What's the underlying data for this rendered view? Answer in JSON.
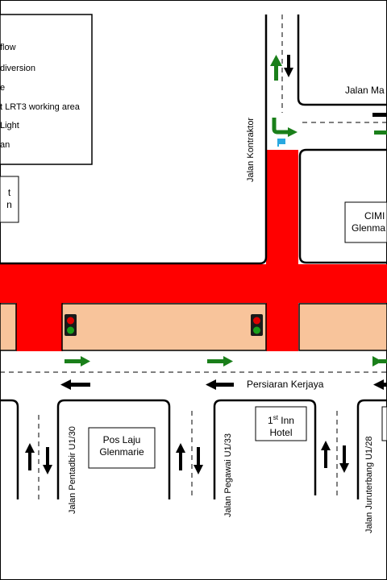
{
  "legend": {
    "items": [
      {
        "label": "flow"
      },
      {
        "label": "diversion"
      },
      {
        "label": "e"
      },
      {
        "label": "t LRT3 working area"
      },
      {
        "label": "Light"
      },
      {
        "label": "an"
      }
    ]
  },
  "places": {
    "left_box": {
      "line1": "t",
      "line2": "n"
    },
    "cimb": {
      "line1": "CIMI",
      "line2": "Glenma"
    },
    "pos_laju": {
      "line1": "Pos Laju",
      "line2": "Glenmarie"
    },
    "inn": {
      "line1": "1",
      "sup": "st",
      "line1_rest": " Inn",
      "line2": "Hotel"
    }
  },
  "roads": {
    "kontraktor": "Jalan Kontraktor",
    "jalan_ma": "Jalan Ma",
    "kerjaya": "Persiaran Kerjaya",
    "pentadbir": "Jalan Pentadbir U1/30",
    "pegawai": "Jalan Pegawai U1/33",
    "juruterbang": "Jalan Juruterbang U1/28"
  },
  "colors": {
    "work_area": "#ff0000",
    "median": "#f8c49b",
    "flow_arrow": "#1a7f1a",
    "diversion_arrow": "#000000",
    "flag": "#29a8e0"
  },
  "icons": [
    "traffic-light-icon",
    "flag-icon",
    "green-arrow-icon",
    "black-arrow-icon"
  ]
}
